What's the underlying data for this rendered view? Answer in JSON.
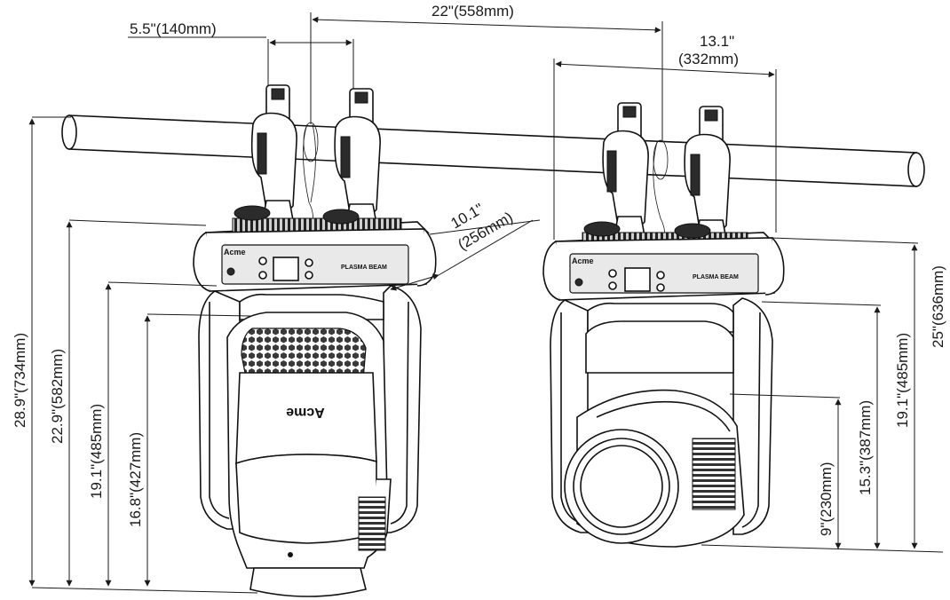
{
  "dimensions": {
    "clamp_spacing": "5.5\"(140mm)",
    "fixture_spacing": "22\"(558mm)",
    "width_top_line1": "13.1\"",
    "width_top_line2": "(332mm)",
    "depth_line1": "10.1\"",
    "depth_line2": "(256mm)",
    "total_height": "28.9\"(734mm)",
    "base_height_left": "22.9\"(582mm)",
    "yoke_height_left": "19.1\"(485mm)",
    "head_height_left": "16.8\"(427mm)",
    "base_height_right": "25\"(636mm)",
    "yoke_height_right": "19.1\"(485mm)",
    "head_height_right": "15.3\"(387mm)",
    "lens_height_right": "9\"(230mm)"
  },
  "branding": {
    "logo_text": "Acme",
    "panel_label": "PLASMA BEAM"
  },
  "colors": {
    "line": "#1a1a1a",
    "fill": "#ffffff",
    "dark": "#2b2b2b"
  }
}
